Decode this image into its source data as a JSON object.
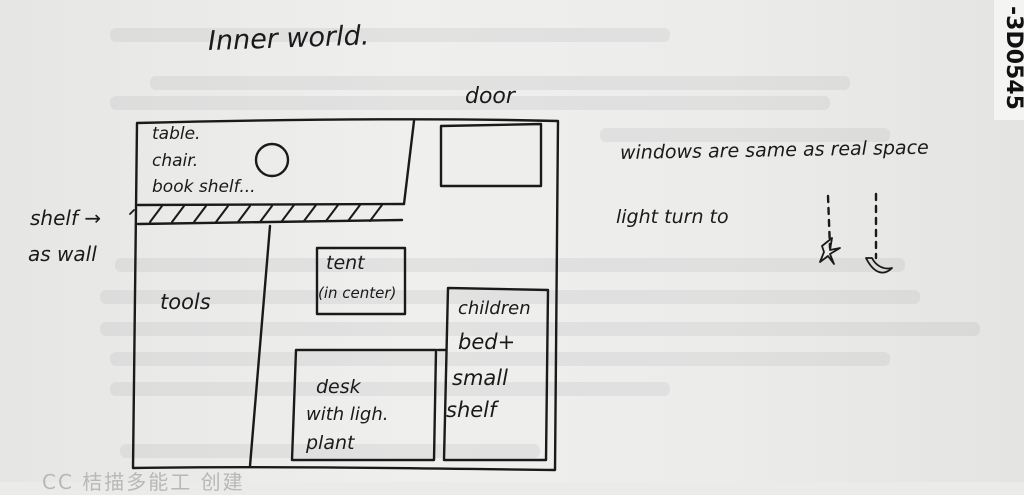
{
  "title": "Inner world.",
  "room": {
    "top_left_area": [
      "table.",
      "chair.",
      "book shelf..."
    ],
    "door": "door",
    "shelf_label": [
      "shelf →",
      "as wall"
    ],
    "tools": "tools",
    "tent": [
      "tent",
      "(in center)"
    ],
    "children_area": [
      "children",
      "bed+",
      "small",
      "shelf"
    ],
    "desk_area": [
      "desk",
      "with ligh.",
      "plant"
    ]
  },
  "notes": {
    "windows": "windows are same as real space",
    "light": "light turn to"
  },
  "edge_stamp": "-3D0545",
  "watermark": "CC 桔描多能工 创建",
  "colors": {
    "ink": "#1a1a1a",
    "paper": "#ebebe9"
  }
}
